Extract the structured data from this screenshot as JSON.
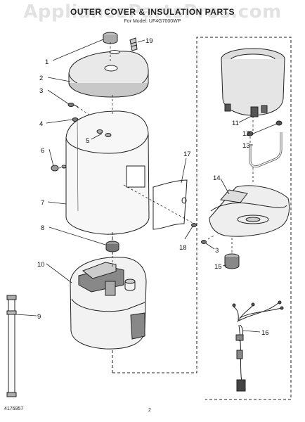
{
  "title": "OUTER COVER & INSULATION PARTS",
  "subtitle": "For Model: UF4G7000WP",
  "watermark": "AppliancePartsPros.com",
  "footer": {
    "doc_number": "4176957",
    "page_number": "2"
  },
  "callouts": {
    "c1": "1",
    "c2": "2",
    "c3": "3",
    "c3b": "3",
    "c4": "4",
    "c5": "5",
    "c6": "6",
    "c7": "7",
    "c8": "8",
    "c9": "9",
    "c10": "10",
    "c11": "11",
    "c12": "12",
    "c13": "13",
    "c14": "14",
    "c15": "15",
    "c16": "16",
    "c17": "17",
    "c18": "18",
    "c19": "19"
  }
}
